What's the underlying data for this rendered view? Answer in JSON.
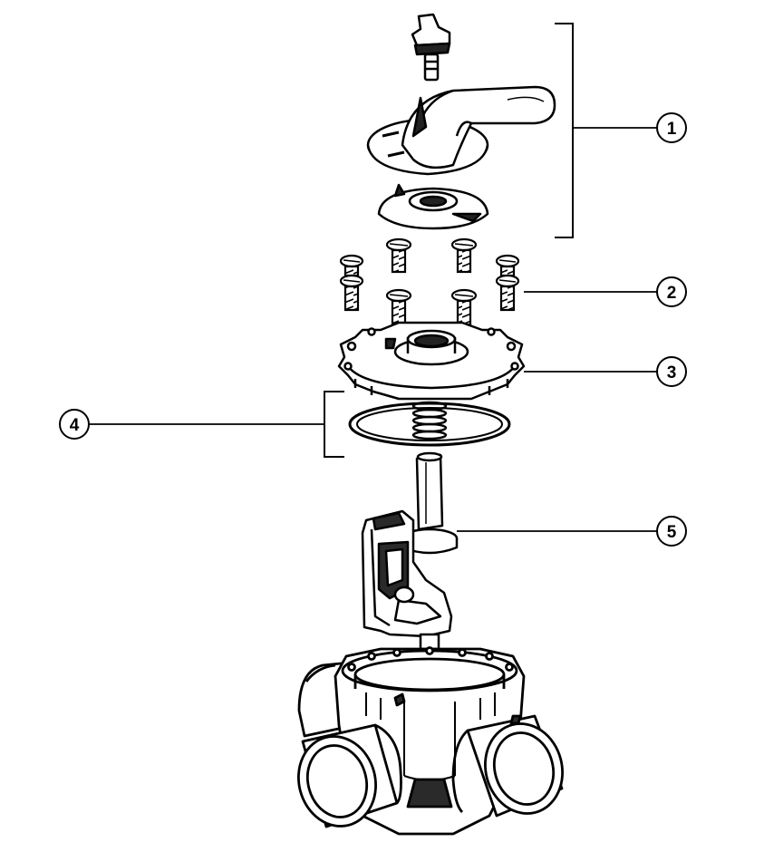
{
  "callouts": [
    {
      "id": "callout-1",
      "label": "1"
    },
    {
      "id": "callout-2",
      "label": "2"
    },
    {
      "id": "callout-3",
      "label": "3"
    },
    {
      "id": "callout-4",
      "label": "4"
    },
    {
      "id": "callout-5",
      "label": "5"
    }
  ],
  "colors": {
    "ink": "#000000",
    "paper": "#ffffff",
    "shade": "#2a2a2a"
  }
}
